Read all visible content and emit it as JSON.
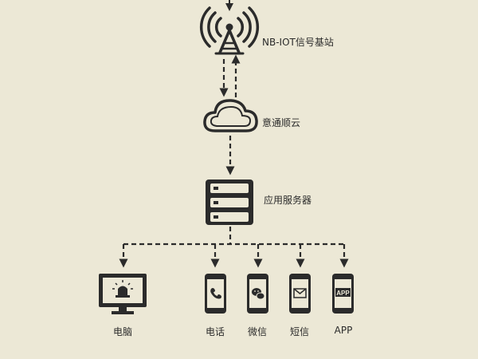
{
  "nodes": {
    "base_station": {
      "label": "NB-IOT信号基站",
      "icon": "radio-tower-icon"
    },
    "cloud": {
      "label": "意通顺云",
      "icon": "cloud-icon"
    },
    "server": {
      "label": "应用服务器",
      "icon": "server-icon"
    }
  },
  "endpoints": [
    {
      "id": "computer",
      "label": "电脑",
      "icon": "monitor-alarm-icon"
    },
    {
      "id": "phone",
      "label": "电话",
      "icon": "phone-call-icon"
    },
    {
      "id": "wechat",
      "label": "微信",
      "icon": "wechat-icon"
    },
    {
      "id": "sms",
      "label": "短信",
      "icon": "mail-icon"
    },
    {
      "id": "app",
      "label": "APP",
      "icon": "app-icon",
      "badge": "APP"
    }
  ],
  "colors": {
    "background": "#ece8d6",
    "ink": "#2b2b2b"
  }
}
